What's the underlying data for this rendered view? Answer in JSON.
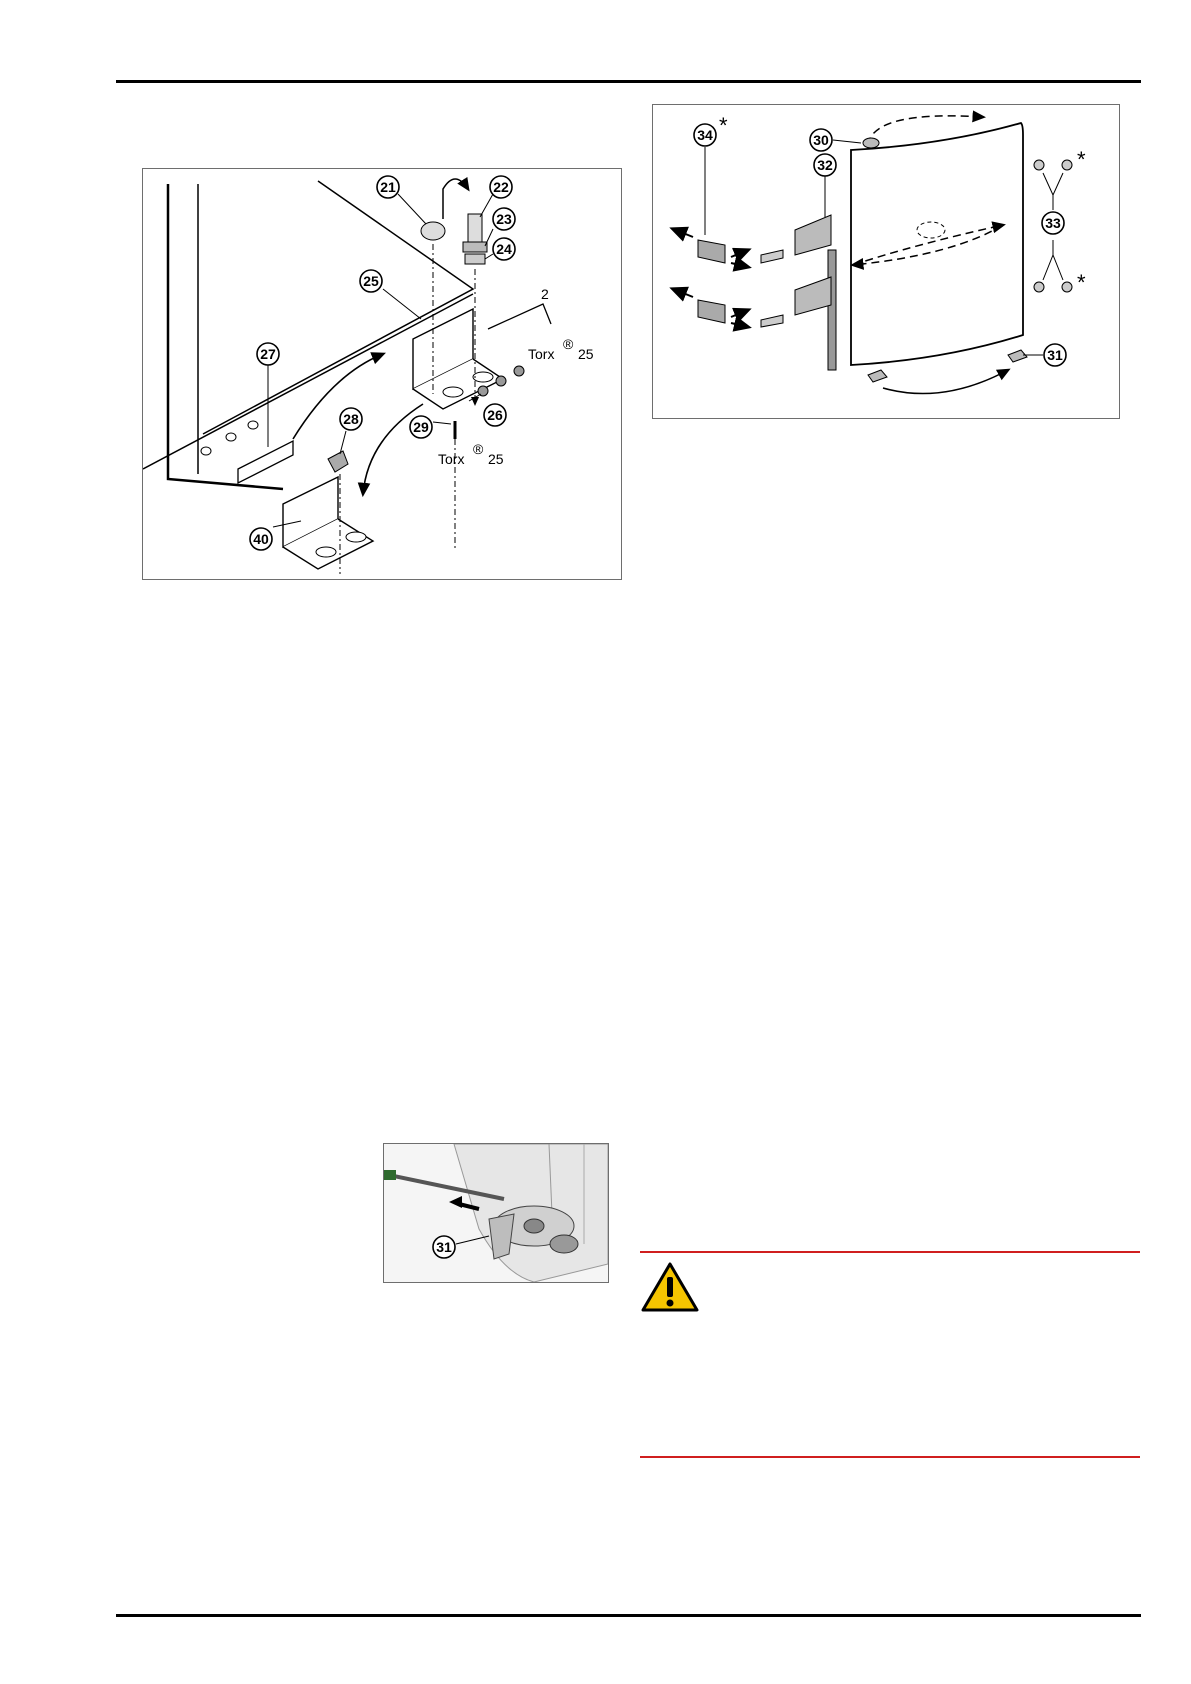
{
  "figure1": {
    "callouts": [
      "21",
      "22",
      "23",
      "24",
      "25",
      "26",
      "27",
      "28",
      "29",
      "40"
    ],
    "torx_label": "Torx",
    "torx_size": "25",
    "registered": "®",
    "hex_key_size": "2"
  },
  "figure2": {
    "callouts": [
      "30",
      "31",
      "32",
      "33",
      "34"
    ],
    "asterisk": "*"
  },
  "figure3": {
    "callouts": [
      "31"
    ]
  },
  "warning": {
    "icon": "warning-triangle-icon",
    "accent_color": "#d01f1f",
    "icon_color": "#f5c400"
  }
}
